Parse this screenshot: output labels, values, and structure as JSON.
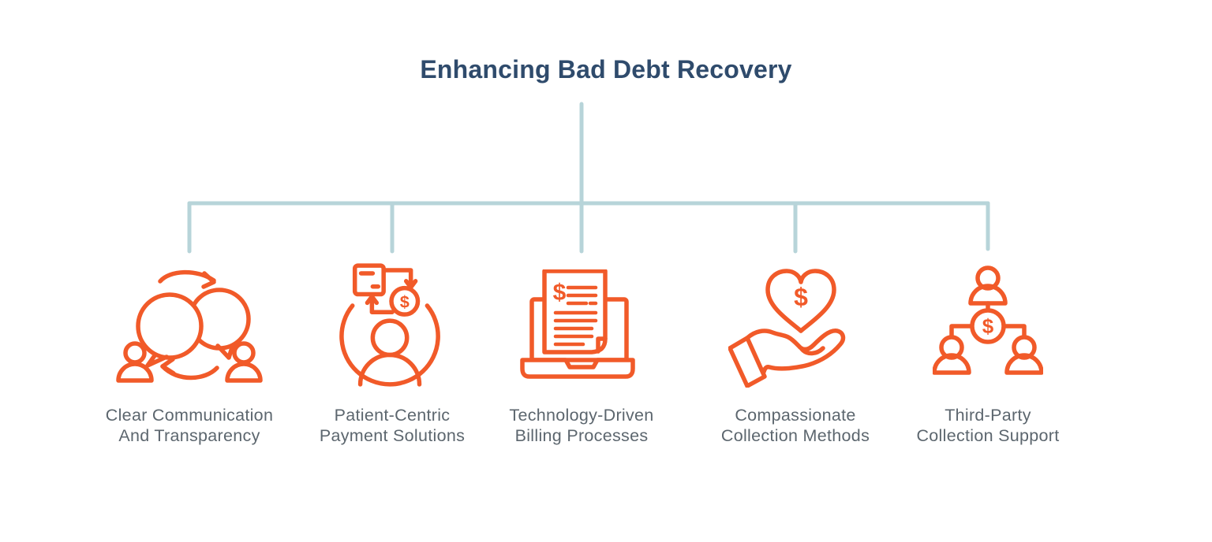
{
  "title": "Enhancing Bad Debt Recovery",
  "colors": {
    "icon_orange": "#F15A29",
    "title_navy": "#2F4B6C",
    "label_gray": "#5C666E",
    "connector_blue": "#B7D4D9",
    "background": "#FFFFFF"
  },
  "icons": {
    "dollar": "$"
  },
  "branches": [
    {
      "id": "clear-communication",
      "icon": "communication-cycle-icon",
      "line1": "Clear Communication",
      "line2": "And Transparency"
    },
    {
      "id": "patient-centric",
      "icon": "patient-payment-cycle-icon",
      "line1": "Patient-Centric",
      "line2": "Payment Solutions"
    },
    {
      "id": "technology-driven",
      "icon": "laptop-invoice-icon",
      "line1": "Technology-Driven",
      "line2": "Billing Processes"
    },
    {
      "id": "compassionate",
      "icon": "hand-holding-heart-icon",
      "line1": "Compassionate",
      "line2": "Collection Methods"
    },
    {
      "id": "third-party",
      "icon": "people-network-dollar-icon",
      "line1": "Third-Party",
      "line2": "Collection Support"
    }
  ]
}
